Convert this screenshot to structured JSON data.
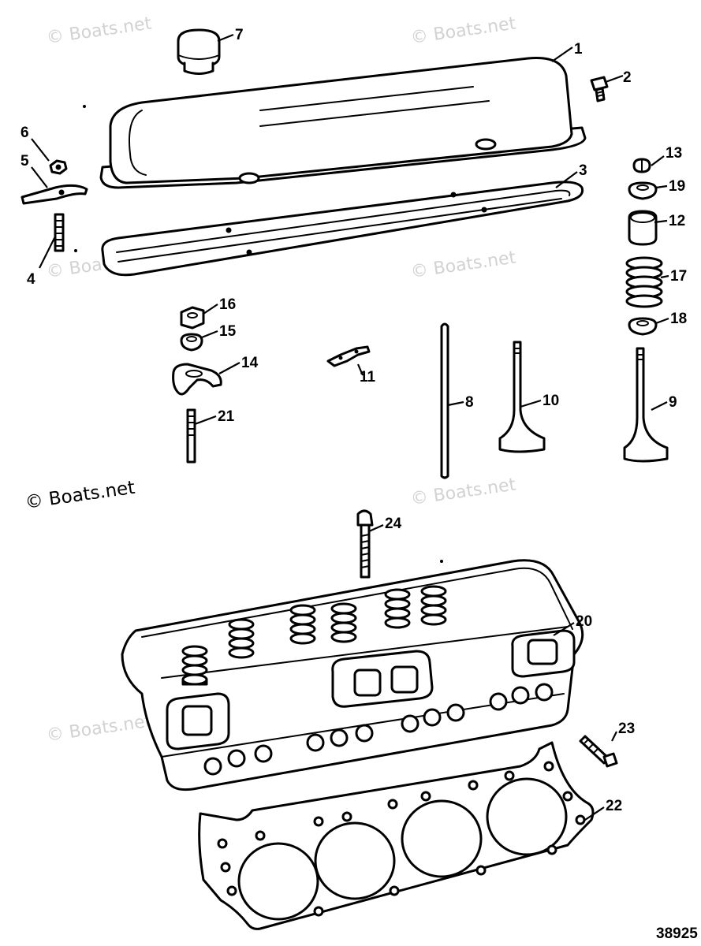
{
  "watermark": {
    "text": "© Boats.net"
  },
  "reference_number": "38925",
  "callouts": [
    {
      "id": "1",
      "label": "1"
    },
    {
      "id": "2",
      "label": "2"
    },
    {
      "id": "3",
      "label": "3"
    },
    {
      "id": "4",
      "label": "4"
    },
    {
      "id": "5",
      "label": "5"
    },
    {
      "id": "6",
      "label": "6"
    },
    {
      "id": "7",
      "label": "7"
    },
    {
      "id": "8",
      "label": "8"
    },
    {
      "id": "9",
      "label": "9"
    },
    {
      "id": "10",
      "label": "10"
    },
    {
      "id": "11",
      "label": "11"
    },
    {
      "id": "12",
      "label": "12"
    },
    {
      "id": "13",
      "label": "13"
    },
    {
      "id": "14",
      "label": "14"
    },
    {
      "id": "15",
      "label": "15"
    },
    {
      "id": "16",
      "label": "16"
    },
    {
      "id": "17",
      "label": "17"
    },
    {
      "id": "18",
      "label": "18"
    },
    {
      "id": "19",
      "label": "19"
    },
    {
      "id": "20",
      "label": "20"
    },
    {
      "id": "21",
      "label": "21"
    },
    {
      "id": "22",
      "label": "22"
    },
    {
      "id": "23",
      "label": "23"
    },
    {
      "id": "24",
      "label": "24"
    }
  ]
}
